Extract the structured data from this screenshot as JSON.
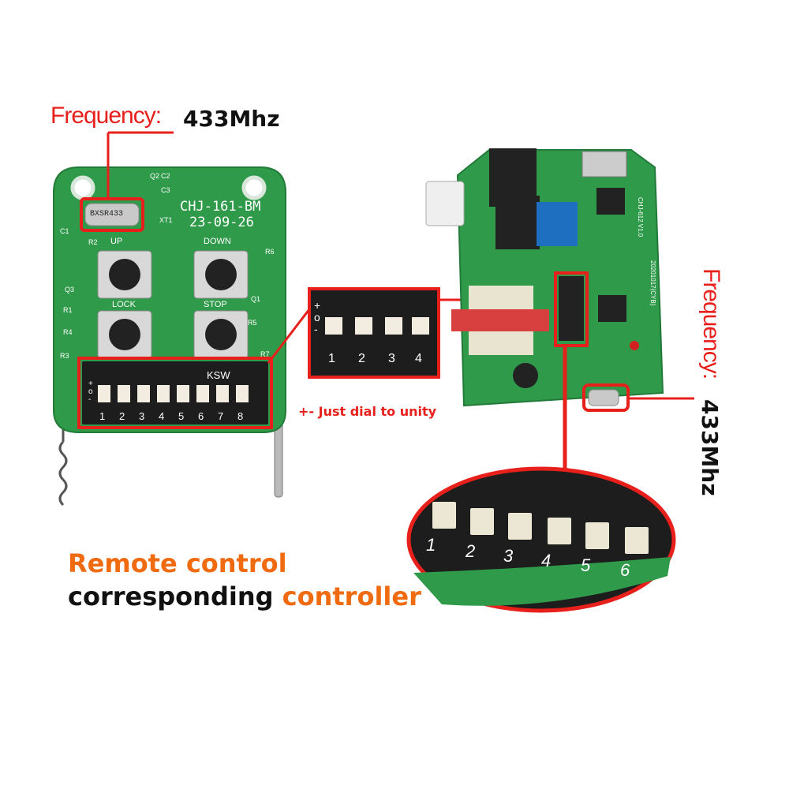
{
  "remote": {
    "freq_label": "Frequency:",
    "freq_value": "433Mhz",
    "crystal_marking": "BXSR433",
    "board_model": "CHJ-161-BM",
    "board_date": "23-09-26",
    "buttons": [
      "UP",
      "DOWN",
      "LOCK",
      "STOP"
    ],
    "component_labels": [
      "XT1",
      "C1",
      "C2",
      "C3",
      "Q2",
      "Q3",
      "Q1",
      "R1",
      "R2",
      "R3",
      "R4",
      "R5",
      "R6",
      "R7"
    ],
    "dip_label": "KSW",
    "dip_signs": [
      "+",
      "o",
      "-"
    ],
    "dip_numbers": [
      "1",
      "2",
      "3",
      "4",
      "5",
      "6",
      "7",
      "8"
    ]
  },
  "zoom_dip": {
    "signs": [
      "+",
      "o",
      "-"
    ],
    "numbers": [
      "1",
      "2",
      "3",
      "4"
    ]
  },
  "note": "+- Just dial to unity",
  "controller": {
    "freq_label": "Frequency:",
    "freq_value": "433Mhz",
    "board_model": "CHJ-612 V1.0",
    "board_date": "20201017(CYB)"
  },
  "zoom_controller_dip": {
    "numbers": [
      "1",
      "2",
      "3",
      "4",
      "5",
      "6"
    ]
  },
  "caption": {
    "line1": "Remote control",
    "line2_a": "corresponding",
    "line2_b": "controller"
  },
  "colors": {
    "highlight": "#e8201c",
    "accent": "#f06a10",
    "pcb_green": "#2f9a4a"
  }
}
